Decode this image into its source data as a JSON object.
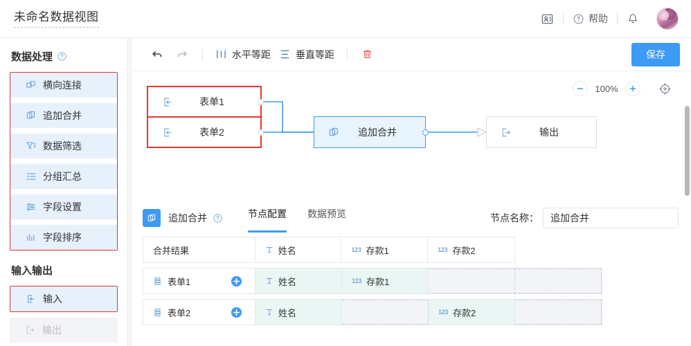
{
  "header": {
    "title": "未命名数据视图",
    "contact_icon": "contact-card-icon",
    "help_icon": "question-circle-icon",
    "help_label": "帮助",
    "bell_icon": "bell-icon",
    "avatar_icon": "user-avatar"
  },
  "sidebar": {
    "sections": [
      {
        "title": "数据处理",
        "help_icon": "question-circle-icon",
        "highlighted": true,
        "items": [
          {
            "label": "横向连接",
            "icon": "horizontal-join-icon",
            "disabled": false
          },
          {
            "label": "追加合并",
            "icon": "append-merge-icon",
            "disabled": false
          },
          {
            "label": "数据筛选",
            "icon": "filter-icon",
            "disabled": false
          },
          {
            "label": "分组汇总",
            "icon": "group-summary-icon",
            "disabled": false
          },
          {
            "label": "字段设置",
            "icon": "field-settings-icon",
            "disabled": false
          },
          {
            "label": "字段排序",
            "icon": "field-sort-icon",
            "disabled": false
          }
        ]
      },
      {
        "title": "输入输出",
        "highlighted": false,
        "items": [
          {
            "label": "输入",
            "icon": "input-arrow-icon",
            "disabled": false,
            "highlighted": true
          },
          {
            "label": "输出",
            "icon": "output-arrow-icon",
            "disabled": true
          }
        ]
      }
    ]
  },
  "toolbar": {
    "undo": {
      "label": "undo",
      "icon": "undo-arrow-icon",
      "disabled": false
    },
    "redo": {
      "label": "redo",
      "icon": "redo-arrow-icon",
      "disabled": true
    },
    "h_align": {
      "label": "水平等距",
      "icon": "horizontal-distribute-icon"
    },
    "v_align": {
      "label": "垂直等距",
      "icon": "vertical-distribute-icon"
    },
    "delete": {
      "icon": "trash-icon",
      "color": "#e8574a"
    },
    "save_label": "保存"
  },
  "canvas": {
    "zoom": {
      "minus": "−",
      "value": "100%",
      "plus": "+",
      "fit_icon": "crosshair-target-icon"
    },
    "nodes": [
      {
        "id": "form1",
        "label": "表单1",
        "icon": "input-arrow-icon",
        "state": "selected-red"
      },
      {
        "id": "form2",
        "label": "表单2",
        "icon": "input-arrow-icon",
        "state": "selected-red"
      },
      {
        "id": "merge",
        "label": "追加合并",
        "icon": "append-merge-icon",
        "state": "active-blue"
      },
      {
        "id": "output",
        "label": "输出",
        "icon": "output-arrow-icon",
        "state": "plain"
      }
    ]
  },
  "config": {
    "node_badge_icon": "append-merge-icon",
    "node_title": "追加合并",
    "node_help_icon": "question-circle-icon",
    "tabs": [
      {
        "label": "节点配置",
        "active": true
      },
      {
        "label": "数据预览",
        "active": false
      }
    ],
    "name_label": "节点名称：",
    "name_value": "追加合并",
    "table": {
      "header": [
        {
          "text": "合并结果",
          "type": null
        },
        {
          "text": "姓名",
          "type": "text"
        },
        {
          "text": "存款1",
          "type": "number"
        },
        {
          "text": "存款2",
          "type": "number"
        }
      ],
      "rows": [
        {
          "source": "表单1",
          "source_icon": "table-rows-icon",
          "add_icon": "plus-circle-icon",
          "cells": [
            {
              "text": "姓名",
              "type": "text",
              "filled": true
            },
            {
              "text": "存款1",
              "type": "number",
              "filled": true
            },
            {
              "text": "",
              "type": null,
              "filled": false
            },
            {
              "text": "",
              "type": null,
              "filled": false
            }
          ]
        },
        {
          "source": "表单2",
          "source_icon": "table-rows-icon",
          "add_icon": "plus-circle-icon",
          "cells": [
            {
              "text": "姓名",
              "type": "text",
              "filled": true
            },
            {
              "text": "",
              "type": null,
              "filled": false
            },
            {
              "text": "存款2",
              "type": "number",
              "filled": true
            },
            {
              "text": "",
              "type": null,
              "filled": false
            }
          ]
        }
      ]
    }
  },
  "colors": {
    "accent": "#3d9af5",
    "danger": "#e8362c",
    "sidebar_item_bg": "#e7f1fc",
    "teal_cell": "#e9f6f4"
  }
}
